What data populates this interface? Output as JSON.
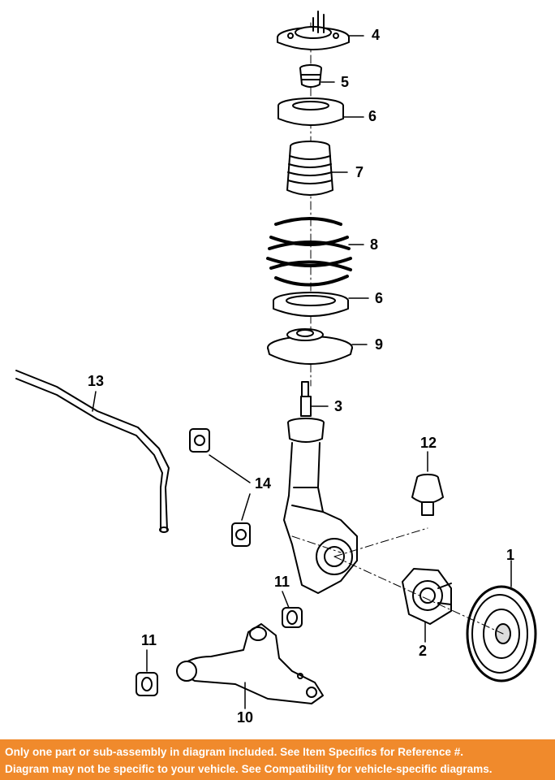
{
  "callouts": {
    "p1": "1",
    "p2": "2",
    "p3": "3",
    "p4": "4",
    "p5": "5",
    "p6a": "6",
    "p6b": "6",
    "p7": "7",
    "p8": "8",
    "p9": "9",
    "p10": "10",
    "p11a": "11",
    "p11b": "11",
    "p12": "12",
    "p13": "13",
    "p14": "14"
  },
  "banner": {
    "line1": "Only one part or sub-assembly in diagram included. See Item Specifics for Reference #.",
    "line2": "Diagram may not be specific to your vehicle. See Compatibility for vehicle-specific diagrams.",
    "background": "#f08a2c",
    "text_color": "#ffffff"
  }
}
